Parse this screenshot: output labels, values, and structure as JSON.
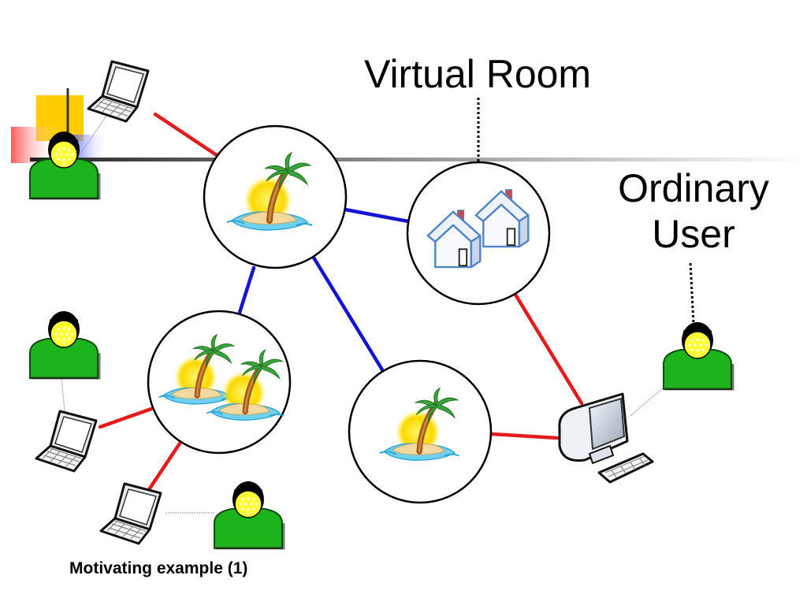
{
  "labels": {
    "virtual_room": "Virtual Room",
    "ordinary_user_line1": "Ordinary",
    "ordinary_user_line2": "User",
    "caption": "Motivating example (1)"
  },
  "colors": {
    "user_link": "#e31b1b",
    "room_link": "#1414d6",
    "callout": "#000000",
    "person_body": "#1db31d",
    "person_face": "#ffff33",
    "person_hair": "#000000",
    "room_border": "#000000",
    "deco_yellow": "#ffcc00",
    "deco_red": "#ff3333",
    "deco_blue": "#3333ff"
  },
  "icons": {
    "rooms": [
      "island-icon",
      "two-houses-icon",
      "two-islands-icon",
      "island-icon"
    ],
    "clients": [
      "laptop-icon",
      "laptop-icon",
      "laptop-icon",
      "desktop-computer-icon"
    ],
    "users": [
      "person-icon",
      "person-icon",
      "person-icon",
      "person-icon"
    ]
  }
}
